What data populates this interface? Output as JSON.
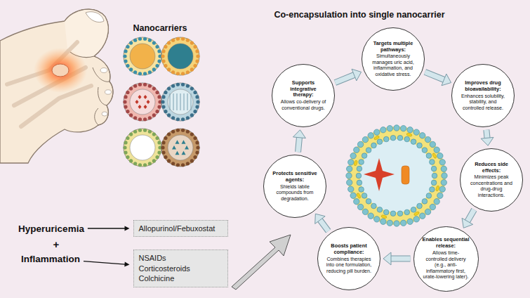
{
  "diagram": {
    "title": "Co-encapsulation into single nanocarrier",
    "nodes": [
      {
        "text": [
          "Hyperuricemia"
        ]
      },
      {
        "text": [
          "Allopurinol/Febuxostat"
        ]
      },
      {
        "text": [
          "Inflammation"
        ]
      },
      {
        "text": [
          "NSAIDs",
          "Corticosteroids",
          "Colchicine"
        ]
      },
      {
        "text": [
          "Targets multiple pathways:",
          "Simultaneously manages uric acid, inflammation, and oxidative stress."
        ]
      },
      {
        "text": [
          "Improves drug bioavailability:",
          "Enhances solubility, stability, and controlled release."
        ]
      },
      {
        "text": [
          "Reduces side effects:",
          "Minimizes peak concentrations and drug-drug interactions."
        ]
      },
      {
        "text": [
          "Enables sequential release:",
          "Allows time-controlled delivery (e.g., anti-inflammatory first, urate-lowering later)."
        ]
      },
      {
        "text": [
          "Boosts patient compliance:",
          "Combines therapies into one formulation, reducing pill burden."
        ]
      },
      {
        "text": [
          "Protects sensitive agents:",
          "Shields labile compounds from degradation."
        ]
      },
      {
        "text": [
          "Supports integrative therapy:",
          "Allows co-delivery of conventional drugs."
        ]
      }
    ],
    "edges": [
      {
        "from": 0,
        "to": 1,
        "arrow": "to"
      },
      {
        "from": 2,
        "to": 3,
        "arrow": "to"
      },
      {
        "from": 10,
        "to": 4,
        "arrow": "to"
      },
      {
        "from": 4,
        "to": 5,
        "arrow": "to"
      },
      {
        "from": 5,
        "to": 6,
        "arrow": "to"
      },
      {
        "from": 6,
        "to": 7,
        "arrow": "to"
      },
      {
        "from": 7,
        "to": 8,
        "arrow": "to"
      },
      {
        "from": 8,
        "to": 9,
        "arrow": "to"
      },
      {
        "from": 9,
        "to": 10,
        "arrow": "to"
      }
    ],
    "labels": [
      "Nanocarriers",
      "+"
    ]
  }
}
